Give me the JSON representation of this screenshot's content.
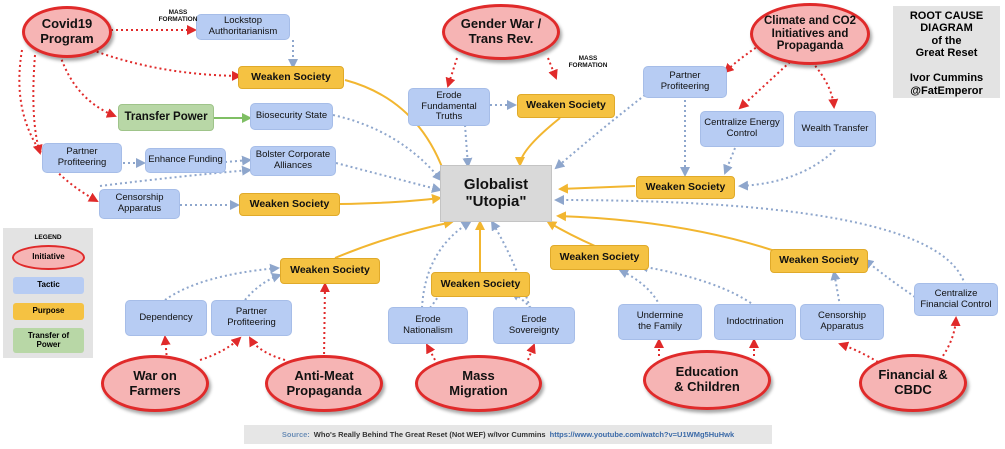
{
  "title_box": {
    "lines": "ROOT CAUSE\nDIAGRAM\nof the\nGreat Reset\n\nIvor Cummins\n@FatEmperor"
  },
  "center": {
    "label_line1": "Globalist",
    "label_line2": "\"Utopia\""
  },
  "nodes": {
    "covid": "Covid19\nProgram",
    "gender": "Gender War /\nTrans Rev.",
    "climate": "Climate and CO2\nInitiatives and\nPropaganda",
    "war_farmers": "War on\nFarmers",
    "anti_meat": "Anti-Meat\nPropaganda",
    "mass_migration": "Mass\nMigration",
    "education": "Education\n& Children",
    "financial": "Financial &\nCBDC",
    "lockstop": "Lockstop\nAuthoritarianism",
    "transfer_power": "Transfer Power",
    "biosecurity": "Biosecurity State",
    "partner_prof_covid": "Partner\nProfiteering",
    "enhance_funding": "Enhance Funding",
    "bolster": "Bolster Corporate\nAlliances",
    "censorship_covid": "Censorship\nApparatus",
    "erode_truths": "Erode\nFundamental\nTruths",
    "partner_prof_climate": "Partner\nProfiteering",
    "centralize_energy": "Centralize Energy\nControl",
    "wealth_transfer": "Wealth Transfer",
    "dependency": "Dependency",
    "partner_prof_farm": "Partner\nProfiteering",
    "erode_nationalism": "Erode\nNationalism",
    "erode_sovereignty": "Erode\nSovereignty",
    "undermine_family": "Undermine\nthe Family",
    "indoctrination": "Indoctrination",
    "censorship_fin": "Censorship\nApparatus",
    "centralize_fin": "Centralize\nFinancial Control",
    "weaken_covid1": "Weaken Society",
    "weaken_covid2": "Weaken Society",
    "weaken_gender": "Weaken Society",
    "weaken_climate": "Weaken Society",
    "weaken_farm": "Weaken Society",
    "weaken_migration": "Weaken Society",
    "weaken_education": "Weaken Society",
    "weaken_financial": "Weaken Society"
  },
  "mass_formation_label": "MASS\nFORMATION",
  "legend": {
    "title": "LEGEND",
    "initiative": "Initiative",
    "tactic": "Tactic",
    "purpose": "Purpose",
    "transfer": "Transfer of\nPower"
  },
  "source": {
    "label": "Source:",
    "text": "Who's Really Behind The Great Reset (Not WEF) w/Ivor Cummins",
    "url": "https://www.youtube.com/watch?v=U1WMg5HuHwk"
  },
  "colors": {
    "initiative_fill": "#f6b4b4",
    "initiative_border": "#e02a2a",
    "tactic_fill": "#b7ccf3",
    "purpose_fill": "#f5c242",
    "transfer_fill": "#b8d7a6",
    "goal_fill": "#d9d9d9",
    "red_arrow": "#e02a2a",
    "gold_arrow": "#f2b630",
    "blue_arrow": "#8ea6cc",
    "green_arrow": "#7fbf64"
  }
}
